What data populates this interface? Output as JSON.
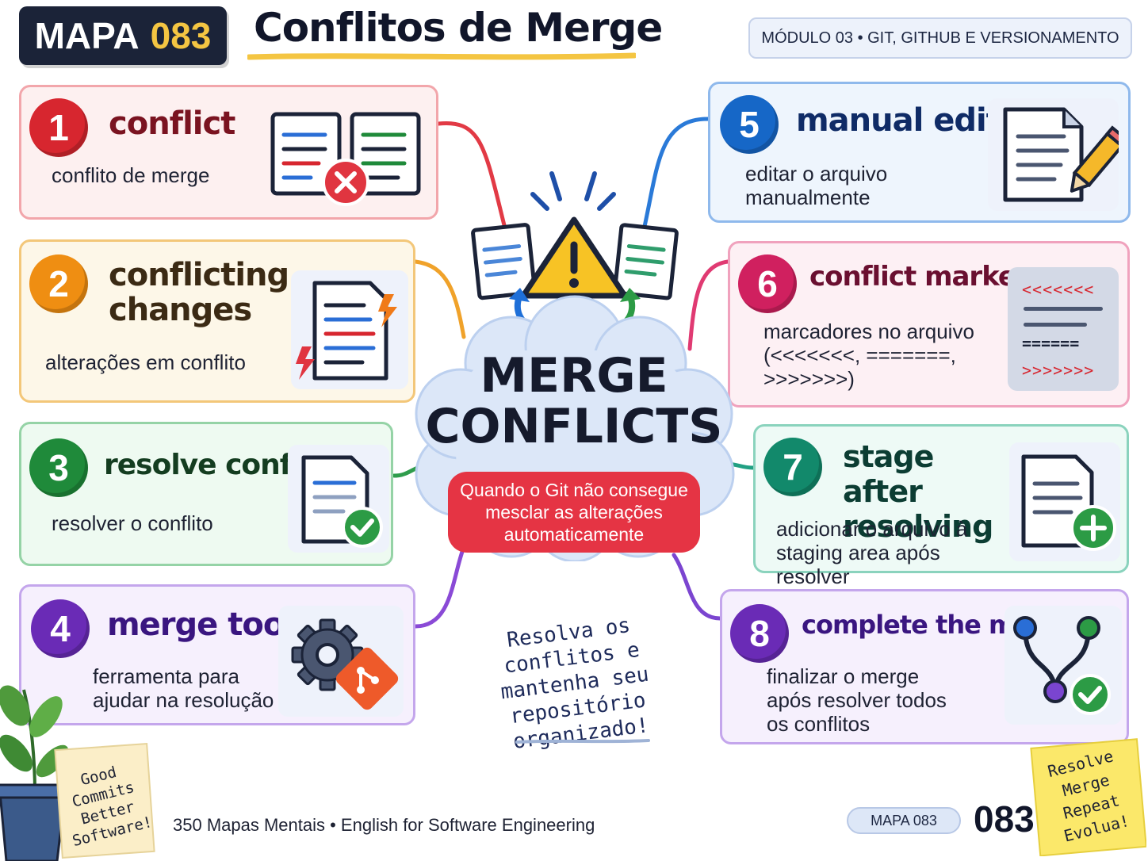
{
  "header": {
    "badge_word": "MAPA",
    "badge_number": "083",
    "title": "Conflitos de Merge",
    "module": "MÓDULO 03 • GIT, GITHUB E VERSIONAMENTO"
  },
  "center": {
    "title_line1": "MERGE",
    "title_line2": "CONFLICTS",
    "description": "Quando o Git não consegue mesclar as alterações automaticamente"
  },
  "cards": [
    {
      "number": "1",
      "title": "conflict",
      "description": "conflito de merge",
      "color": "#d7262f",
      "icon": "conflict-documents-icon"
    },
    {
      "number": "2",
      "title": "conflicting changes",
      "description": "alterações em conflito",
      "color": "#ef8e12",
      "icon": "conflicting-changes-icon"
    },
    {
      "number": "3",
      "title": "resolve conflict",
      "description": "resolver o conflito",
      "color": "#1f8a3a",
      "icon": "document-check-icon"
    },
    {
      "number": "4",
      "title": "merge tool",
      "description": "ferramenta para ajudar na resolução",
      "color": "#6a2bb6",
      "icon": "gear-git-icon"
    },
    {
      "number": "5",
      "title": "manual edit",
      "description": "editar o arquivo manualmente",
      "color": "#1667c7",
      "icon": "document-pencil-icon"
    },
    {
      "number": "6",
      "title": "conflict markers",
      "description": "marcadores no arquivo (<<<<<<<, =======, >>>>>>>)",
      "color": "#d0205f",
      "icon": "conflict-markers-icon",
      "marker_top": "<<<<<<<",
      "marker_mid": "======",
      "marker_bottom": ">>>>>>>"
    },
    {
      "number": "7",
      "title": "stage after resolving",
      "description": "adicionar o arquivo à staging area após resolver",
      "color": "#12896b",
      "icon": "document-plus-icon"
    },
    {
      "number": "8",
      "title": "complete the merge",
      "description": "finalizar o merge após resolver todos os conflitos",
      "color": "#6a2bb6",
      "icon": "merge-branch-icon"
    }
  ],
  "slogan": "Resolva os conflitos e mantenha seu repositório organizado!",
  "sticky_left": "Good Commits Better Software!",
  "sticky_right": "Resolve Merge Repeat Evolua!",
  "footer": {
    "series": "350 Mapas Mentais • English for Software Engineering",
    "map_label": "MAPA 083",
    "map_number": "083"
  }
}
